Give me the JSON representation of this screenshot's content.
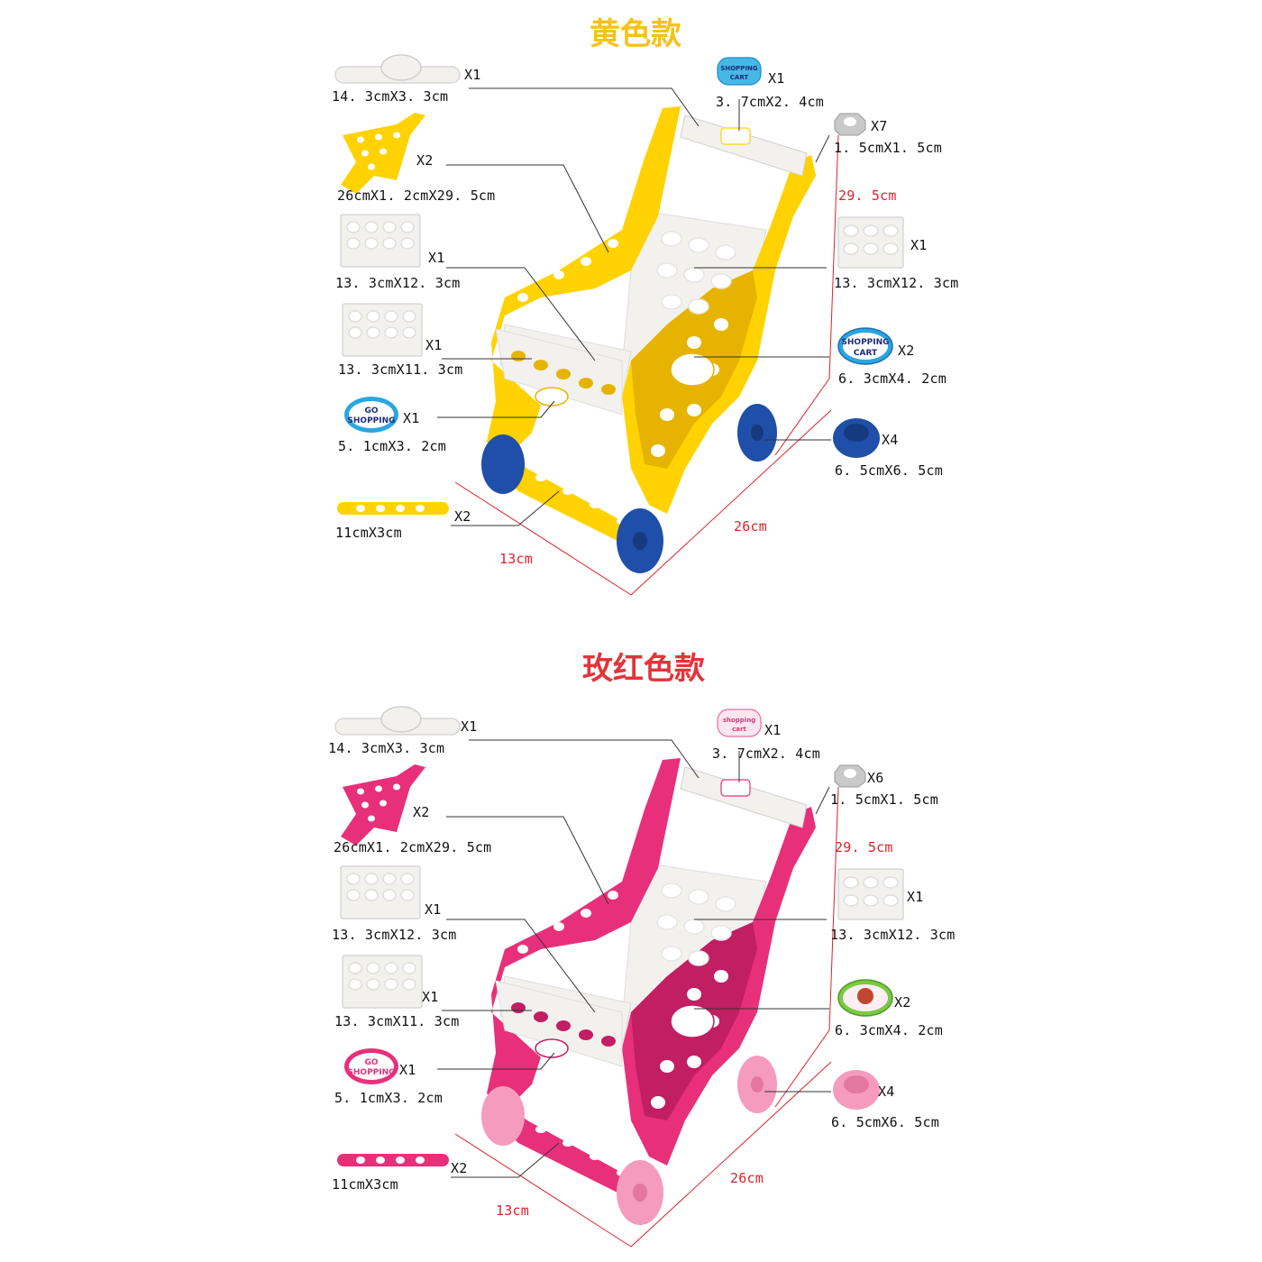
{
  "colors": {
    "yellow_title": "#f6c21a",
    "red_title": "#e5333a",
    "yellow_cart": "#ffd200",
    "yellow_cart_dark": "#e6b400",
    "pink_cart": "#e8307a",
    "pink_cart_dark": "#c21e62",
    "wheel_blue": "#1f4fa8",
    "wheel_pink": "#f59bbd",
    "white_part": "#f3f1ee",
    "leader_line": "#333333",
    "dimension_red": "#e0202a"
  },
  "sections": [
    {
      "title": "黄色款",
      "parts": {
        "handle": {
          "qty": "X1",
          "size": "14. 3cmX3. 3cm"
        },
        "handle_sticker": {
          "qty": "X1",
          "size": "3. 7cmX2. 4cm",
          "sticker_text": [
            "SHOPPING",
            "CART"
          ]
        },
        "side_frame": {
          "qty": "X2",
          "size": "26cmX1. 2cmX29. 5cm"
        },
        "nut": {
          "qty": "X7",
          "size": "1. 5cmX1. 5cm"
        },
        "panel_back": {
          "qty": "X1",
          "size": "13. 3cmX12. 3cm"
        },
        "panel_bottom": {
          "qty": "X1",
          "size": "13. 3cmX12. 3cm"
        },
        "panel_front": {
          "qty": "X1",
          "size": "13. 3cmX11. 3cm"
        },
        "side_sticker": {
          "qty": "X2",
          "size": "6. 3cmX4. 2cm",
          "sticker_text": [
            "SHOPPING",
            "CART"
          ]
        },
        "front_sticker": {
          "qty": "X1",
          "size": "5. 1cmX3. 2cm",
          "sticker_text": [
            "GO",
            "SHOPPING"
          ]
        },
        "wheel": {
          "qty": "X4",
          "size": "6. 5cmX6. 5cm"
        },
        "axle": {
          "qty": "X2",
          "size": "11cmX3cm"
        }
      },
      "dimensions": {
        "height": "29. 5cm",
        "length": "26cm",
        "width": "13cm"
      }
    },
    {
      "title": "玫红色款",
      "parts": {
        "handle": {
          "qty": "X1",
          "size": "14. 3cmX3. 3cm"
        },
        "handle_sticker": {
          "qty": "X1",
          "size": "3. 7cmX2. 4cm",
          "sticker_text": [
            "shopping",
            "cart"
          ]
        },
        "side_frame": {
          "qty": "X2",
          "size": "26cmX1. 2cmX29. 5cm"
        },
        "nut": {
          "qty": "X6",
          "size": "1. 5cmX1. 5cm"
        },
        "panel_back": {
          "qty": "X1",
          "size": "13. 3cmX12. 3cm"
        },
        "panel_bottom": {
          "qty": "X1",
          "size": "13. 3cmX12. 3cm"
        },
        "panel_front": {
          "qty": "X1",
          "size": "13. 3cmX11. 3cm"
        },
        "side_sticker": {
          "qty": "X2",
          "size": "6. 3cmX4. 2cm"
        },
        "front_sticker": {
          "qty": "X1",
          "size": "5. 1cmX3. 2cm",
          "sticker_text": [
            "GO",
            "SHOPPING"
          ]
        },
        "wheel": {
          "qty": "X4",
          "size": "6. 5cmX6. 5cm"
        },
        "axle": {
          "qty": "X2",
          "size": "11cmX3cm"
        }
      },
      "dimensions": {
        "height": "29. 5cm",
        "length": "26cm",
        "width": "13cm"
      }
    }
  ]
}
